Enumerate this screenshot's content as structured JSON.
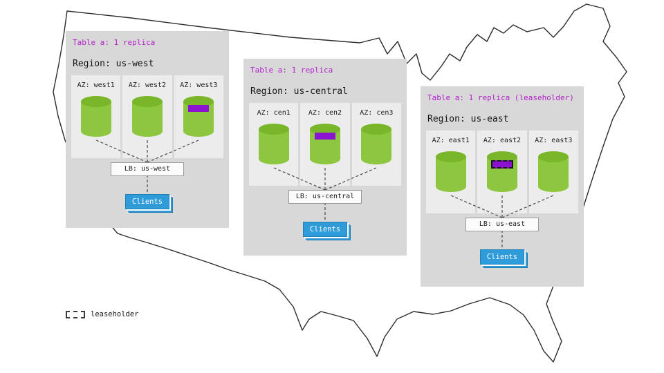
{
  "diagram": {
    "legend_label": "leaseholder"
  },
  "colors": {
    "card_background": "#d8d8d8",
    "az_panel_background": "#ececec",
    "cylinder_green": "#8dc63f",
    "cylinder_top_green": "#79b62a",
    "replica_marker_purple": "#8c13d2",
    "table_label_purple": "#b21fc9",
    "clients_blue": "#2f9bd8"
  },
  "regions": [
    {
      "name": "us-west",
      "table_label": "Table a: 1 replica",
      "region_label": "Region: us-west",
      "lb_label": "LB: us-west",
      "clients_label": "Clients",
      "azs": [
        {
          "label": "AZ: west1",
          "replica": false,
          "leaseholder": false
        },
        {
          "label": "AZ: west2",
          "replica": false,
          "leaseholder": false
        },
        {
          "label": "AZ: west3",
          "replica": true,
          "leaseholder": false
        }
      ]
    },
    {
      "name": "us-central",
      "table_label": "Table a: 1 replica",
      "region_label": "Region: us-central",
      "lb_label": "LB: us-central",
      "clients_label": "Clients",
      "azs": [
        {
          "label": "AZ: cen1",
          "replica": false,
          "leaseholder": false
        },
        {
          "label": "AZ: cen2",
          "replica": true,
          "leaseholder": false
        },
        {
          "label": "AZ: cen3",
          "replica": false,
          "leaseholder": false
        }
      ]
    },
    {
      "name": "us-east",
      "table_label": "Table a: 1 replica (leaseholder)",
      "region_label": "Region: us-east",
      "lb_label": "LB: us-east",
      "clients_label": "Clients",
      "azs": [
        {
          "label": "AZ: east1",
          "replica": false,
          "leaseholder": false
        },
        {
          "label": "AZ: east2",
          "replica": true,
          "leaseholder": true
        },
        {
          "label": "AZ: east3",
          "replica": false,
          "leaseholder": false
        }
      ]
    }
  ]
}
